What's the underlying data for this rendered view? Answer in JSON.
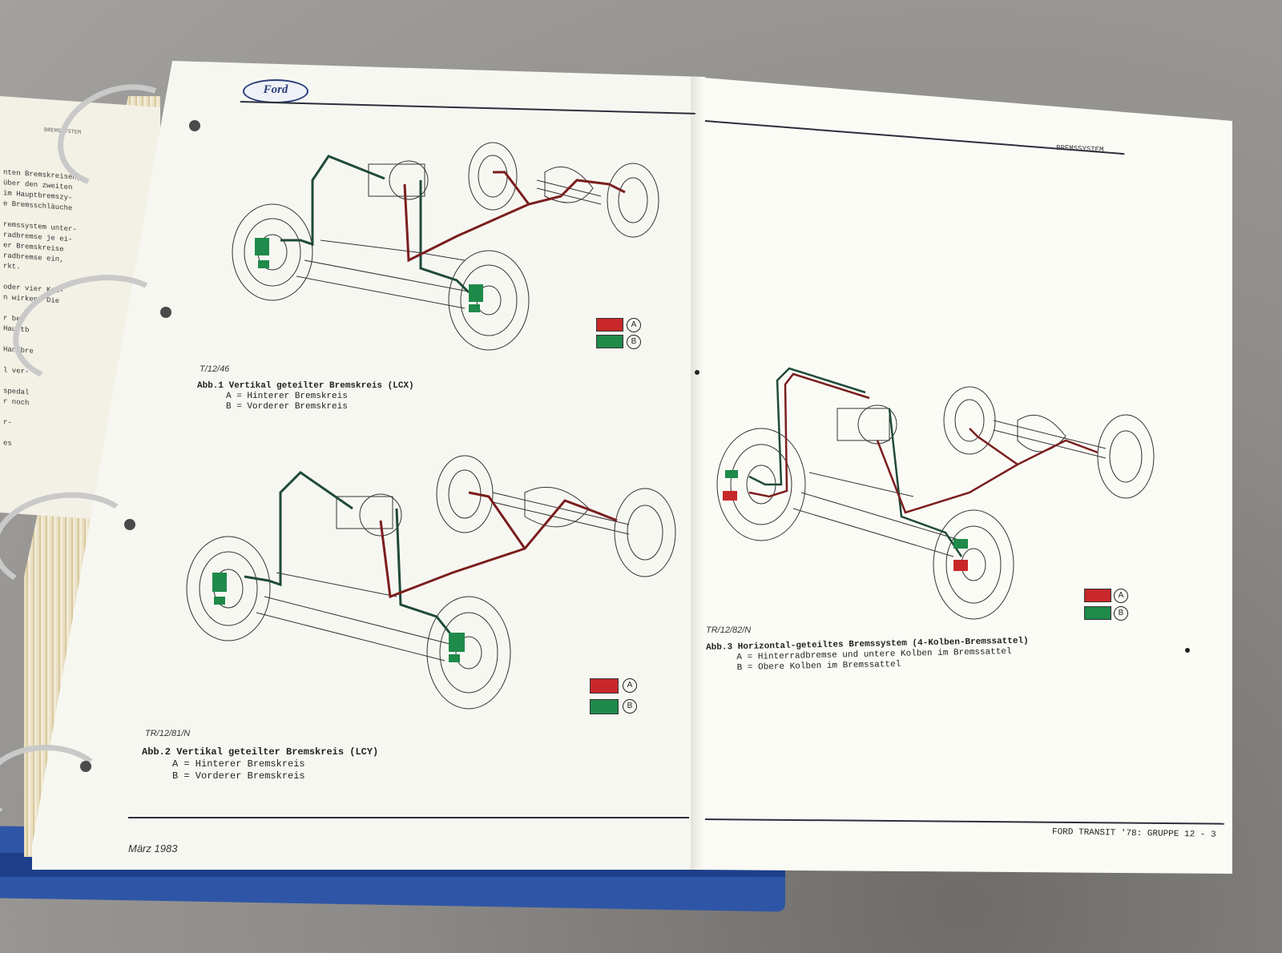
{
  "colors": {
    "circuit_a": "#c8282a",
    "circuit_b": "#1f8a4a",
    "binder": "#2f56a6",
    "paper": "#f8f8f2",
    "ink": "#222222"
  },
  "left_sheet": {
    "header": "BREMSSYSTEM",
    "lines": [
      "nten Bremskreisen,",
      "über den zweiten",
      "im Hauptbremszy-",
      "e Bremsschläuche",
      "",
      "remssystem unter-",
      "radbremse je ei-",
      "er Bremskreise",
      "radbremse ein,",
      "rkt.",
      "",
      "oder vier Kol-",
      "n wirken. Die",
      "",
      "r bet",
      "Hauptb",
      "",
      "Handbre",
      "",
      "l ver-",
      "",
      "spedal",
      "r noch",
      "",
      "r-",
      "",
      "es"
    ]
  },
  "left_page": {
    "logo_text": "Ford",
    "figure1": {
      "code": "T/12/46",
      "title": "Abb.1 Vertikal geteilter Bremskreis (LCX)",
      "line_a": "A = Hinterer Bremskreis",
      "line_b": "B = Vorderer Bremskreis",
      "legend_a": "A",
      "legend_b": "B"
    },
    "figure2": {
      "code": "TR/12/81/N",
      "title": "Abb.2 Vertikal geteilter Bremskreis (LCY)",
      "line_a": "A = Hinterer Bremskreis",
      "line_b": "B = Vorderer Bremskreis",
      "legend_a": "A",
      "legend_b": "B"
    },
    "footer": "März 1983"
  },
  "right_page": {
    "header": "BREMSSYSTEM",
    "figure3": {
      "code": "TR/12/82/N",
      "title": "Abb.3 Horizontal-geteiltes Bremssystem (4-Kolben-Bremssattel)",
      "line_a": "A = Hinterradbremse und untere Kolben im Bremssattel",
      "line_b": "B = Obere Kolben im Bremssattel",
      "legend_a": "A",
      "legend_b": "B"
    },
    "footer": "FORD TRANSIT '78: GRUPPE 12 -  3"
  }
}
